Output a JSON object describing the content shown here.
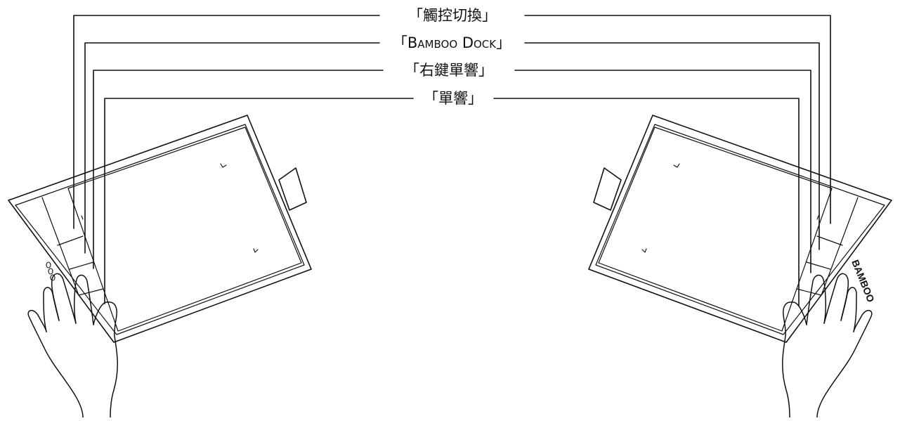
{
  "labels": {
    "touch_toggle": "「觸控切換」",
    "bamboo_dock": "「Bamboo Dock」",
    "right_click": "「右鍵單響」",
    "click": "「單響」"
  },
  "tablet_brand_text": "BAMBOO",
  "line_color": "#111111",
  "background_color": "#ffffff"
}
